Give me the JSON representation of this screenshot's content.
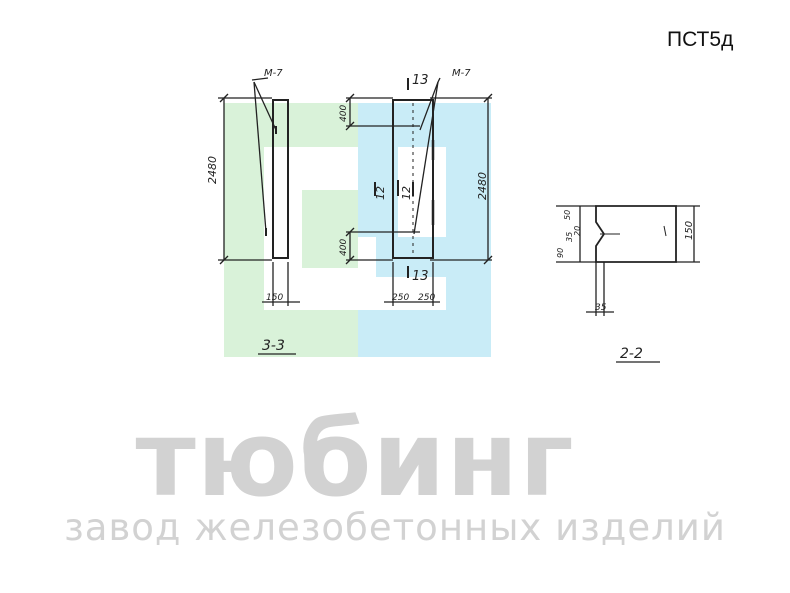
{
  "drawing": {
    "product_code": "ПСТ5д",
    "view_33": {
      "section_label": "3-3",
      "mark": "М-7",
      "height": "2480",
      "width": "150"
    },
    "view_front": {
      "mark": "М-7",
      "height": "2480",
      "offset_top": "400",
      "offset_bottom": "400",
      "section_13_top": "13",
      "section_13_bottom": "13",
      "section_12_left": "12",
      "section_12_right": "12",
      "width_left": "250",
      "width_right": "250"
    },
    "section_22": {
      "section_label": "2-2",
      "height": "150",
      "dim_50": "50",
      "dim_35": "35",
      "dim_90": "90",
      "dim_20": "20",
      "dim_bottom": "35"
    }
  },
  "logo": {
    "name": "тюбинг",
    "tagline": "завод железобетонных изделий",
    "colors": {
      "green": "#d9f2d9",
      "blue": "#c9ecf7",
      "text": "#d2d2d2"
    }
  }
}
